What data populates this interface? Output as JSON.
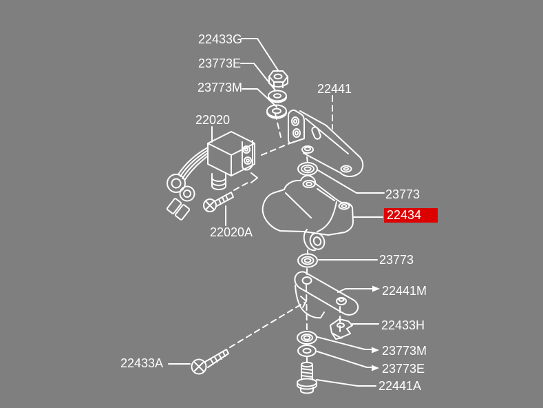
{
  "meta": {
    "description": "Exploded parts diagram of an ignition coil and bracket assembly",
    "selected_part": "22434"
  },
  "colors": {
    "background": "#7f7f7f",
    "line": "#ffffff",
    "label_text": "#ffffff",
    "highlight_background": "#dd0000",
    "highlight_text": "#ffffff"
  },
  "labels": [
    {
      "part_number": "22433G",
      "highlighted": false
    },
    {
      "part_number": "23773E",
      "highlighted": false
    },
    {
      "part_number": "23773M",
      "highlighted": false
    },
    {
      "part_number": "22441",
      "highlighted": false
    },
    {
      "part_number": "22020",
      "highlighted": false
    },
    {
      "part_number": "22020A",
      "highlighted": false
    },
    {
      "part_number": "23773",
      "highlighted": false
    },
    {
      "part_number": "22434",
      "highlighted": true
    },
    {
      "part_number": "23773",
      "highlighted": false
    },
    {
      "part_number": "22441M",
      "highlighted": false
    },
    {
      "part_number": "22433H",
      "highlighted": false
    },
    {
      "part_number": "23773M",
      "highlighted": false
    },
    {
      "part_number": "23773E",
      "highlighted": false
    },
    {
      "part_number": "22441A",
      "highlighted": false
    },
    {
      "part_number": "22433A",
      "highlighted": false
    }
  ],
  "parts": [
    {
      "shape": "hex-nut",
      "part_number": "22433G"
    },
    {
      "shape": "washer",
      "part_number": "23773E"
    },
    {
      "shape": "washer",
      "part_number": "23773M"
    },
    {
      "shape": "upper-mounting-bracket",
      "part_number": "22441"
    },
    {
      "shape": "ignitor-unit-with-wiring",
      "part_number": "22020"
    },
    {
      "shape": "screw",
      "part_number": "22020A"
    },
    {
      "shape": "grommet",
      "part_number": "23773"
    },
    {
      "shape": "ignition-coil",
      "part_number": "22434"
    },
    {
      "shape": "washer",
      "part_number": "23773"
    },
    {
      "shape": "lower-mounting-bracket",
      "part_number": "22441M"
    },
    {
      "shape": "clip",
      "part_number": "22433H"
    },
    {
      "shape": "washer",
      "part_number": "23773M"
    },
    {
      "shape": "washer",
      "part_number": "23773E"
    },
    {
      "shape": "bolt",
      "part_number": "22441A"
    },
    {
      "shape": "screw",
      "part_number": "22433A"
    }
  ]
}
